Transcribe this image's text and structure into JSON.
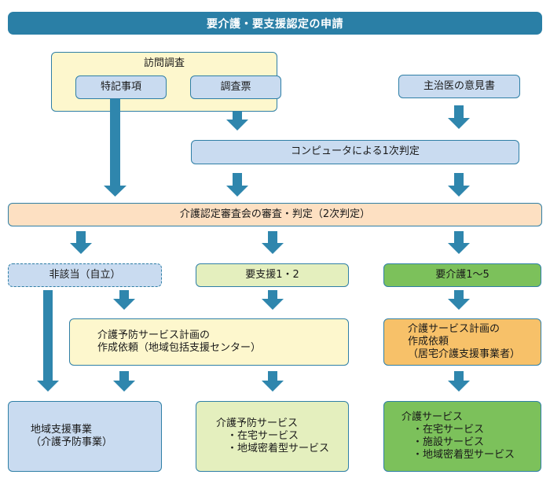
{
  "title": "要介護・要支援認定の申請",
  "visit_survey": {
    "label": "訪問調査",
    "special_notes": "特記事項",
    "survey_form": "調査票"
  },
  "doctor_opinion": "主治医の意見書",
  "computer_judgment": "コンピュータによる1次判定",
  "committee_review": "介護認定審査会の審査・判定（2次判定）",
  "results": {
    "not_applicable": "非該当（自立）",
    "support": "要支援1・2",
    "care": "要介護1〜5"
  },
  "prevention_plan": {
    "line1": "介護予防サービス計画の",
    "line2": "作成依頼（地域包括支援センター）"
  },
  "care_plan": {
    "line1": "介護サービス計画の",
    "line2": "作成依頼",
    "line3": "（居宅介護支援事業者）"
  },
  "regional_support": {
    "line1": "地域支援事業",
    "line2": "（介護予防事業）"
  },
  "prevention_services": {
    "title": "介護予防サービス",
    "items": [
      "・在宅サービス",
      "・地域密着型サービス"
    ]
  },
  "care_services": {
    "title": "介護サービス",
    "items": [
      "・在宅サービス",
      "・施設サービス",
      "・地域密着型サービス"
    ]
  },
  "colors": {
    "title_bar": "#2a7fa6",
    "arrow": "#2f86ad",
    "border": "#2f7fa6",
    "light_blue": "#c9dbf0",
    "cream": "#fdf7cd",
    "peach": "#fde0c2",
    "light_green": "#e4efbe",
    "green": "#7cc15b",
    "orange": "#f7c169"
  }
}
